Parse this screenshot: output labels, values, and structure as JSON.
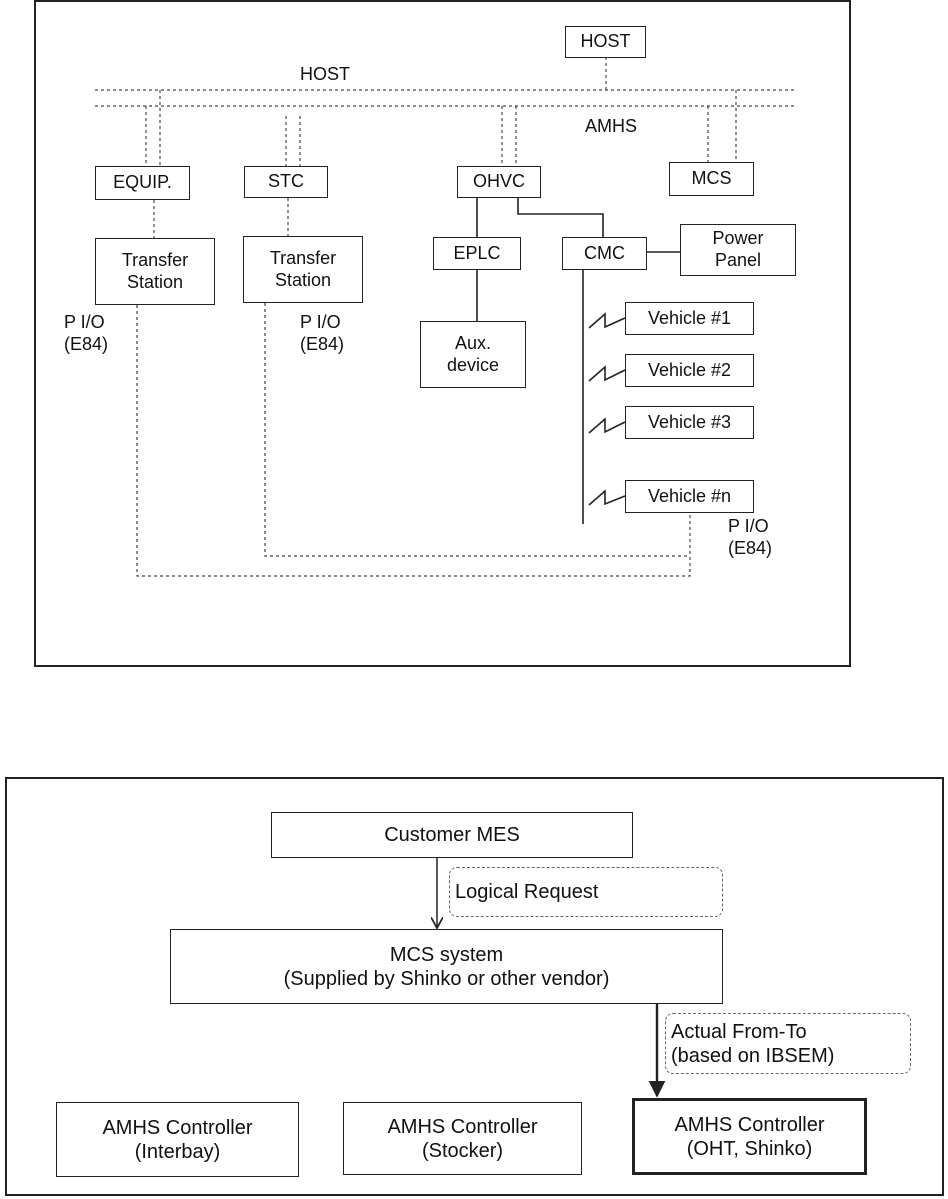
{
  "diagram1": {
    "bus_host_label": "HOST",
    "bus_amhs_label": "AMHS",
    "host_box": "HOST",
    "equip_box": "EQUIP.",
    "stc_box": "STC",
    "ohvc_box": "OHVC",
    "mcs_box": "MCS",
    "transfer_station_1": [
      "Transfer",
      "Station"
    ],
    "transfer_station_2": [
      "Transfer",
      "Station"
    ],
    "eplc_box": "EPLC",
    "cmc_box": "CMC",
    "power_panel": [
      "Power",
      "Panel"
    ],
    "aux_device": [
      "Aux.",
      "device"
    ],
    "vehicles": [
      "Vehicle #1",
      "Vehicle #2",
      "Vehicle #3",
      "Vehicle #n"
    ],
    "pio_labels": [
      [
        "P I/O",
        "(E84)"
      ],
      [
        "P I/O",
        "(E84)"
      ],
      [
        "P I/O",
        "(E84)"
      ]
    ]
  },
  "diagram2": {
    "customer_mes": "Customer MES",
    "logical_request": "Logical Request",
    "mcs_system": [
      "MCS system",
      "(Supplied by Shinko or other vendor)"
    ],
    "actual_from_to": [
      "Actual From-To",
      "(based on IBSEM)"
    ],
    "controllers": [
      [
        "AMHS Controller",
        "(Interbay)"
      ],
      [
        "AMHS Controller",
        "(Stocker)"
      ],
      [
        "AMHS Controller",
        "(OHT, Shinko)"
      ]
    ]
  }
}
